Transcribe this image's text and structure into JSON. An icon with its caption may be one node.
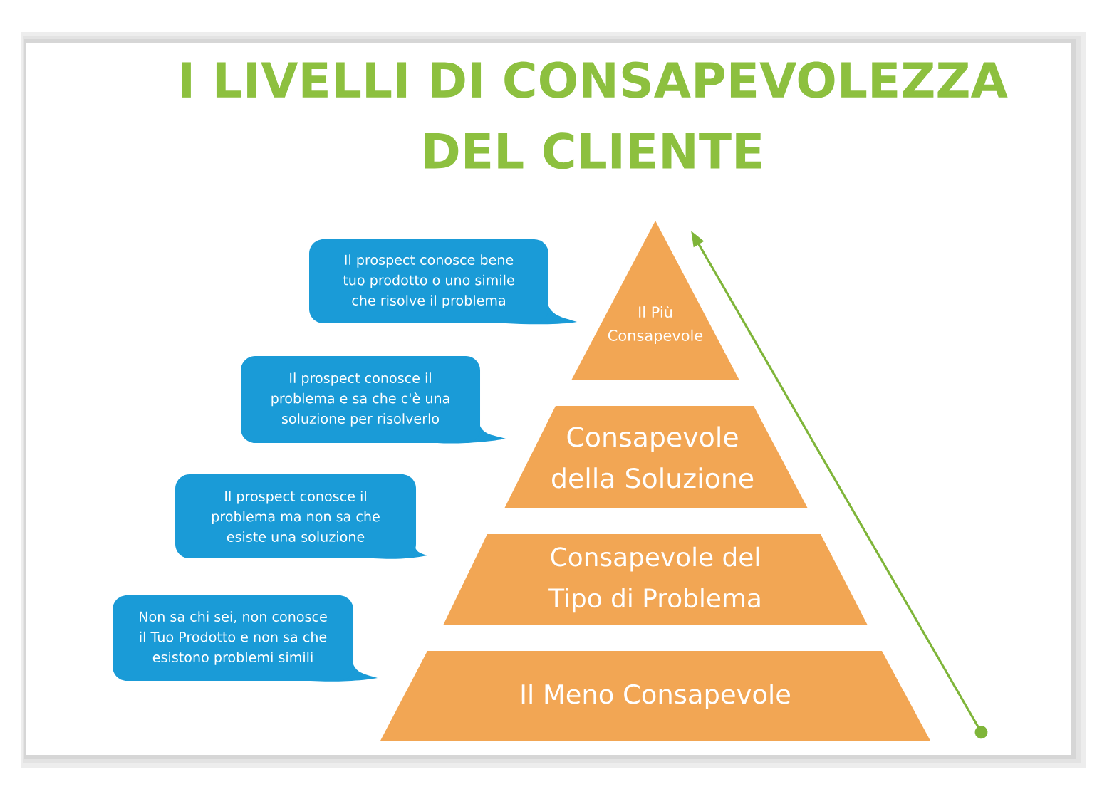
{
  "diagram": {
    "title": "I LIVELLI DI CONSAPEVOLEZZA DEL CLIENTE",
    "nodes": [
      {
        "text": [
          "Il prospect conosce bene tuo prodotto o uno simile che risolve il problema"
        ]
      },
      {
        "text": [
          "Il Più Consapevole"
        ]
      },
      {
        "text": [
          "Il prospect conosce il problema e sa che c'è una soluzione per risolverlo"
        ]
      },
      {
        "text": [
          "Consapevole della Soluzione"
        ]
      },
      {
        "text": [
          "Il prospect conosce il problema ma non sa che esiste una soluzione"
        ]
      },
      {
        "text": [
          "Consapevole del Tipo di Problema"
        ]
      },
      {
        "text": [
          "Non sa chi sei, non conosce il Tuo Prodotto e non sa che esistono problemi simili"
        ]
      },
      {
        "text": [
          "Il Meno Consapevole"
        ]
      }
    ]
  }
}
